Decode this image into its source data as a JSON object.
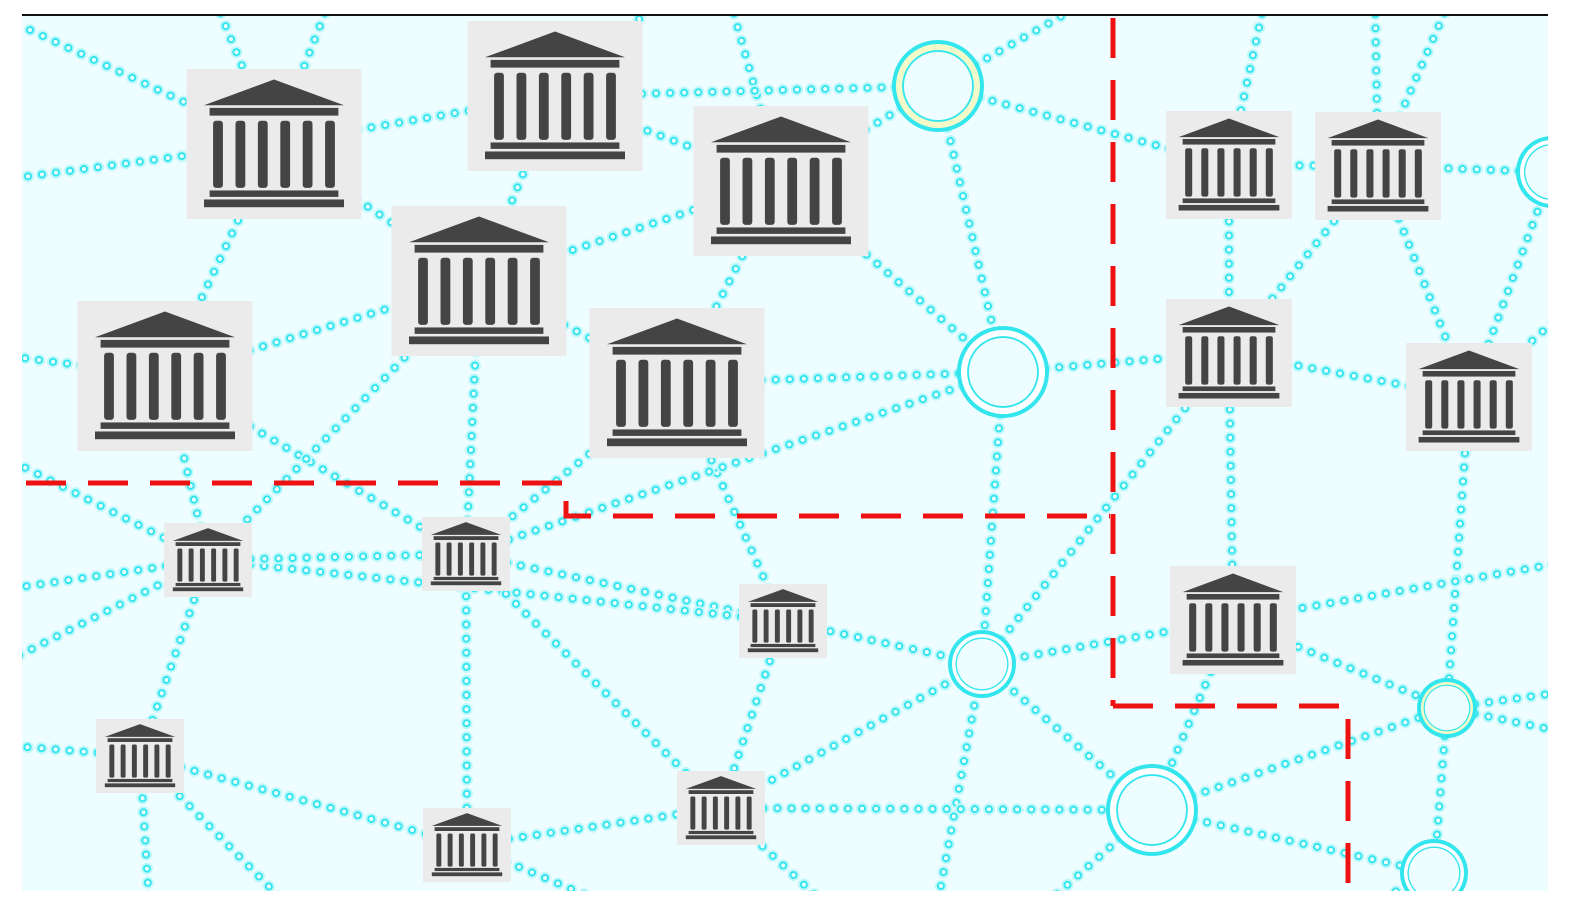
{
  "diagram": {
    "kind": "network of institutions with partition boundaries",
    "colors": {
      "background": "#eefdff",
      "link": "#33e6ee",
      "link_glow": "#bff7fb",
      "node_tile": "#ebebeb",
      "bank_icon": "#444444",
      "boundary": "#ee1111",
      "frame_line": "#111111",
      "ring_white": "#ffffff",
      "ring_yellow": "#f3f9c8"
    },
    "institution_icon": "bank-building-icon",
    "hub_icon": "ring-node-icon",
    "institutions": [
      {
        "id": "b1"
      },
      {
        "id": "b2"
      },
      {
        "id": "b3"
      },
      {
        "id": "b4"
      },
      {
        "id": "b5"
      },
      {
        "id": "b6"
      },
      {
        "id": "b7"
      },
      {
        "id": "b8"
      },
      {
        "id": "b9"
      },
      {
        "id": "b10"
      },
      {
        "id": "b11"
      },
      {
        "id": "b12"
      },
      {
        "id": "b13"
      },
      {
        "id": "b14"
      },
      {
        "id": "b15"
      },
      {
        "id": "b16"
      },
      {
        "id": "b17"
      },
      {
        "id": "b18"
      }
    ],
    "hubs": [
      {
        "id": "h1"
      },
      {
        "id": "h2"
      },
      {
        "id": "h3"
      },
      {
        "id": "h4"
      },
      {
        "id": "h5"
      },
      {
        "id": "h6"
      },
      {
        "id": "h7"
      }
    ],
    "boundaries": [
      {
        "id": "partition-left"
      },
      {
        "id": "partition-center"
      },
      {
        "id": "partition-right"
      }
    ]
  }
}
